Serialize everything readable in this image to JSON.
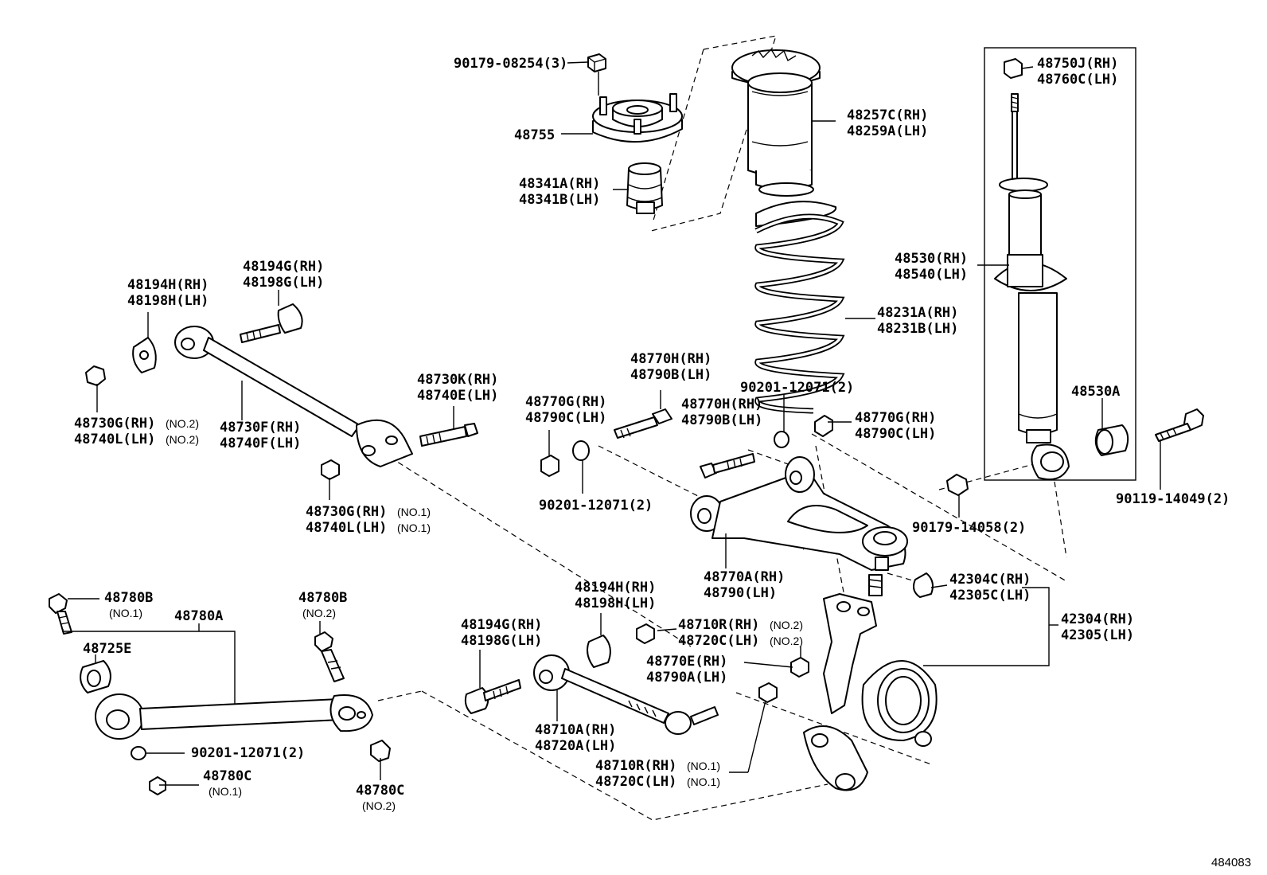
{
  "diagram_id": "484083",
  "labels": {
    "nut_upper_mount": "90179-08254(3)",
    "upper_support": "48755",
    "bumper_rh": "48341A(RH)",
    "bumper_lh": "48341B(LH)",
    "insulator_rh": "48257C(RH)",
    "insulator_lh": "48259A(LH)",
    "nut_shock_rh": "48750J(RH)",
    "nut_shock_lh": "48760C(LH)",
    "shock_rh": "48530(RH)",
    "shock_lh": "48540(LH)",
    "spring_rh": "48231A(RH)",
    "spring_lh": "48231B(LH)",
    "shock_bushing": "48530A",
    "bolt_shock": "90119-14049(2)",
    "nut_shock_lower": "90179-14058(2)",
    "washer_arm_upper": "90201-12071(2)",
    "washer_center": "90201-12071(2)",
    "washer_lower_left": "90201-12071(2)",
    "trail_cam_rh": "48194H(RH)",
    "trail_cam_lh": "48198H(LH)",
    "trail_bolt_rh": "48194G(RH)",
    "trail_bolt_lh": "48198G(LH)",
    "trail_nut2_rh": "48730G(RH)",
    "trail_nut2_lh": "48740L(LH)",
    "no2": "(NO.2)",
    "trail_arm_rh": "48730F(RH)",
    "trail_arm_lh": "48740F(LH)",
    "trail_bolt2_rh": "48730K(RH)",
    "trail_bolt2_lh": "48740E(LH)",
    "trail_nut1_rh": "48730G(RH)",
    "trail_nut1_lh": "48740L(LH)",
    "no1": "(NO.1)",
    "upper_nut_g_rh": "48770G(RH)",
    "upper_nut_g_lh": "48790C(LH)",
    "upper_bolt_h_rh": "48770H(RH)",
    "upper_bolt_h_lh": "48790B(LH)",
    "upper_bolt_h2_rh": "48770H(RH)",
    "upper_bolt_h2_lh": "48790B(LH)",
    "upper_nut_g2_rh": "48770G(RH)",
    "upper_nut_g2_lh": "48790C(LH)",
    "upper_arm_rh": "48770A(RH)",
    "upper_arm_lh": "48790(LH)",
    "toe_cam_rh": "48194H(RH)",
    "toe_cam_lh": "48198H(LH)",
    "toe_bolt_rh": "48194G(RH)",
    "toe_bolt_lh": "48198G(LH)",
    "toe_nut2_rh": "48710R(RH)",
    "toe_nut2_lh": "48720C(LH)",
    "upper_nut_e_rh": "48770E(RH)",
    "upper_nut_e_lh": "48790A(LH)",
    "toe_arm_rh": "48710A(RH)",
    "toe_arm_lh": "48720A(LH)",
    "toe_nut1_rh": "48710R(RH)",
    "toe_nut1_lh": "48720C(LH)",
    "bushing_c_rh": "42304C(RH)",
    "bushing_c_lh": "42305C(LH)",
    "carrier_rh": "42304(RH)",
    "carrier_lh": "42305(LH)",
    "lower_bolt1": "48780B",
    "lower_bolt2": "48780B",
    "lower_arm": "48780A",
    "lower_bushing": "48725E",
    "lower_nut1": "48780C",
    "lower_nut2": "48780C"
  }
}
